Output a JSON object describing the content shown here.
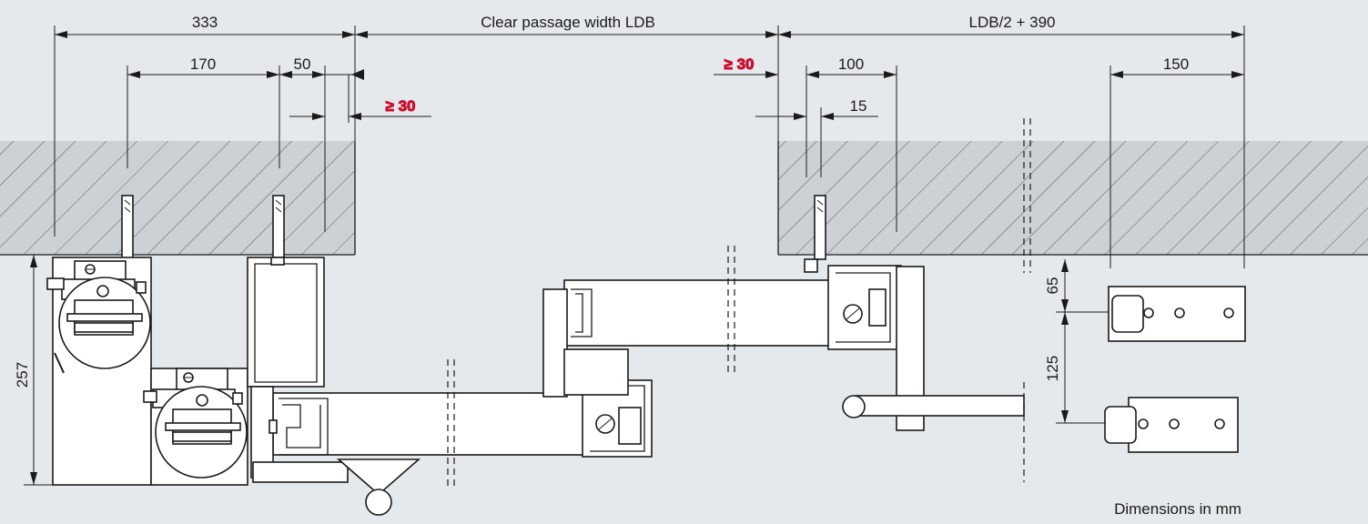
{
  "diagram": {
    "dimensions": {
      "d333": "333",
      "clear_passage": "Clear passage width LDB",
      "ldb_half": "LDB/2 + 390",
      "d170": "170",
      "d50": "50",
      "min30_left": "≥ 30",
      "min30_right": "≥ 30",
      "d100": "100",
      "d15": "15",
      "d150": "150",
      "d257": "257",
      "d65": "65",
      "d125": "125"
    },
    "footer_note": "Dimensions in mm",
    "colors": {
      "background": "#e6e9ec",
      "wall_fill": "#cdd1d6",
      "line": "#1a1a1a",
      "accent_red": "#c8102e"
    }
  }
}
